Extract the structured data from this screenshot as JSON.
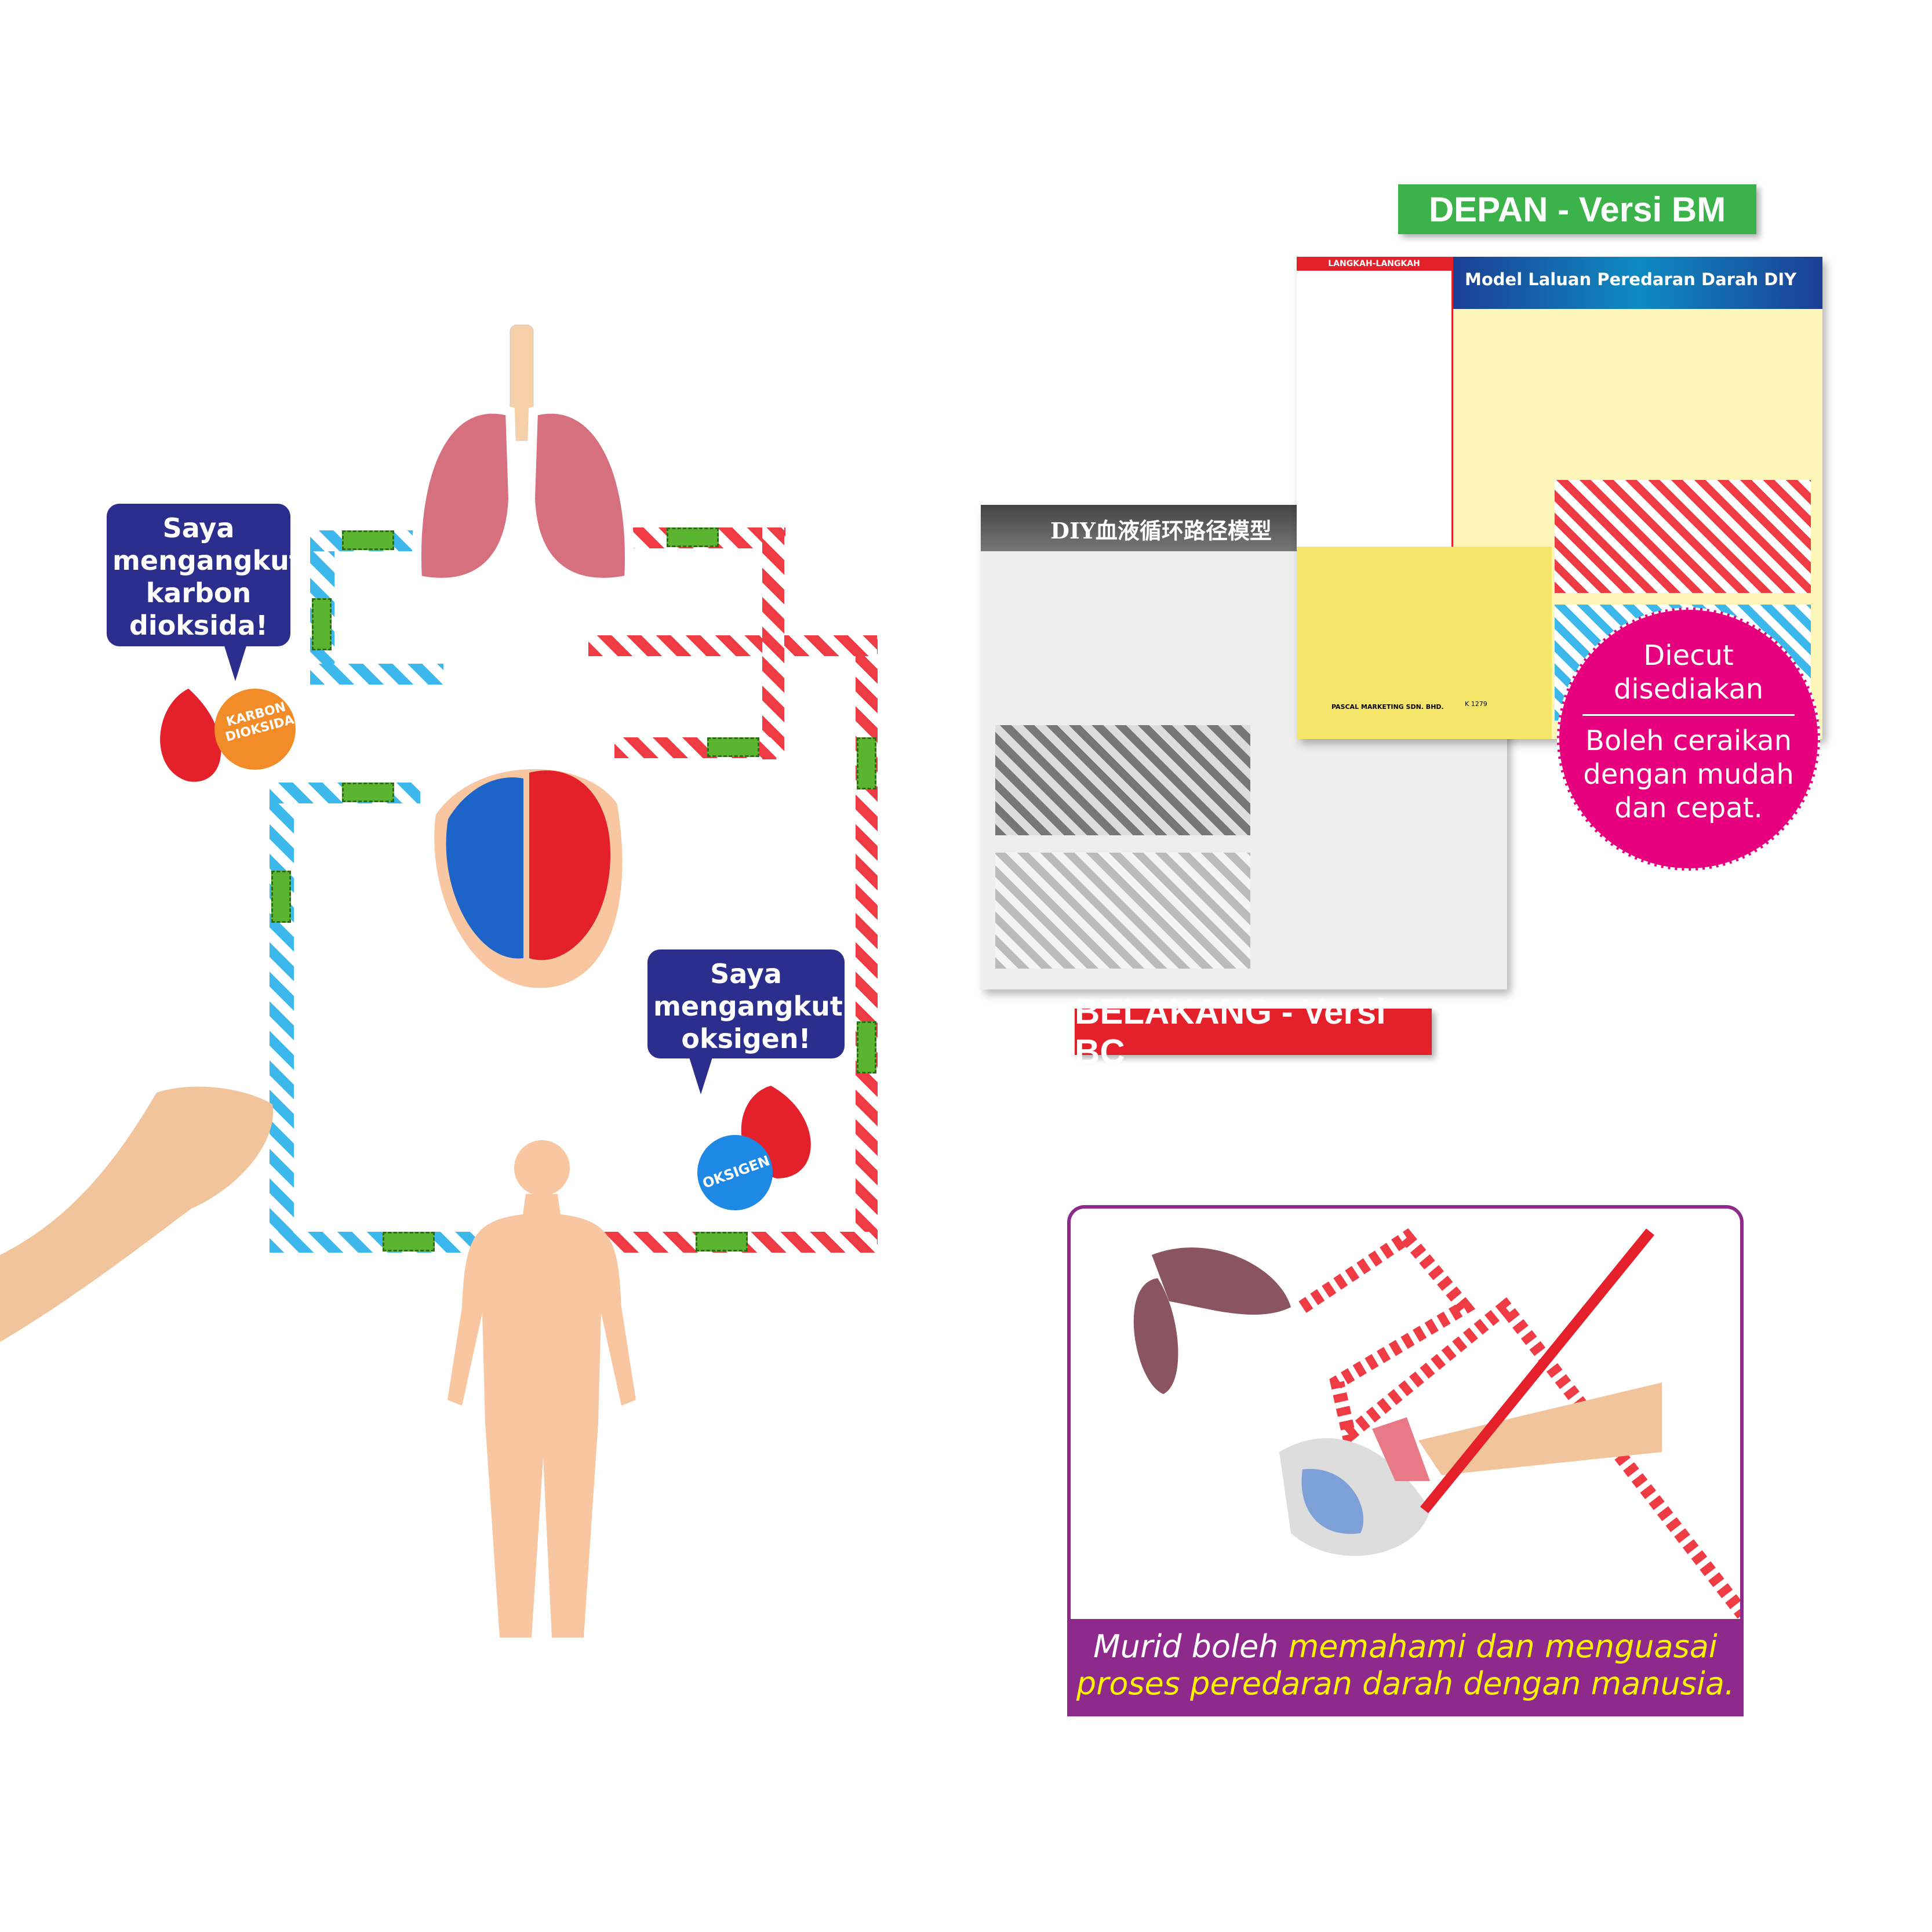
{
  "left_diagram": {
    "bubble_co2": "Saya mengangkut karbon dioksida!",
    "bubble_o2": "Saya mengangkut oksigen!",
    "co2_ball": "KARBON DIOKSIDA",
    "o2_ball": "OKSIGEN"
  },
  "front": {
    "label": "DEPAN - Versi BM",
    "title": "Model Laluan Peredaran Darah DIY",
    "steps_title": "LANGKAH-LANGKAH",
    "publisher": "PASCAL MARKETING SDN. BHD.",
    "code": "K 1279"
  },
  "back": {
    "label": "BELAKANG - Versi BC",
    "title": "DIY血液循环路径模型"
  },
  "badge": {
    "line1": "Diecut disediakan",
    "line2": "Boleh ceraikan dengan mudah dan cepat."
  },
  "caption": {
    "white": "Murid boleh ",
    "yellow1": "memahami dan menguasai",
    "yellow2": "proses peredaran darah dengan manusia."
  },
  "colors": {
    "navy": "#2b2e8c",
    "green": "#3bb24a",
    "red": "#e4202a",
    "magenta": "#e6007e",
    "purple": "#8e2a8c",
    "yellow": "#fff200"
  }
}
